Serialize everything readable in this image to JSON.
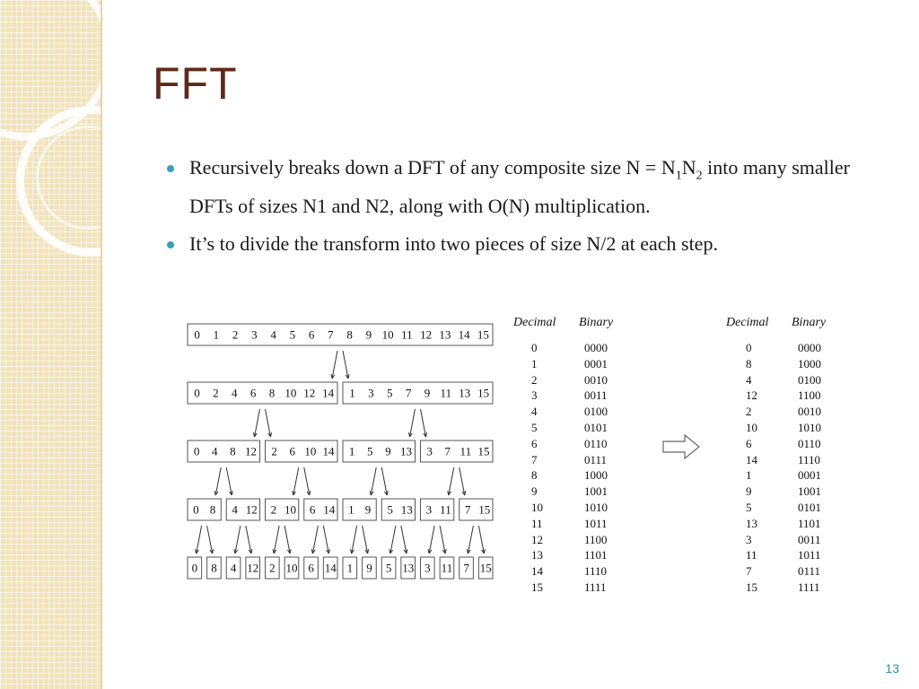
{
  "slide": {
    "title": "FFT",
    "page_number": "13"
  },
  "bullets": [
    {
      "text_pre": "Recursively breaks down a DFT of any composite size N = N",
      "sub1": "1",
      "mid": "N",
      "sub2": "2",
      "text_post": " into many smaller DFTs of sizes N1 and N2, along with O(N) multiplication."
    },
    {
      "text": "It’s to divide the transform into two pieces of size N/2 at each step."
    }
  ],
  "tree": {
    "levels": [
      [
        [
          "0",
          "1",
          "2",
          "3",
          "4",
          "5",
          "6",
          "7",
          "8",
          "9",
          "10",
          "11",
          "12",
          "13",
          "14",
          "15"
        ]
      ],
      [
        [
          "0",
          "2",
          "4",
          "6",
          "8",
          "10",
          "12",
          "14"
        ],
        [
          "1",
          "3",
          "5",
          "7",
          "9",
          "11",
          "13",
          "15"
        ]
      ],
      [
        [
          "0",
          "4",
          "8",
          "12"
        ],
        [
          "2",
          "6",
          "10",
          "14"
        ],
        [
          "1",
          "5",
          "9",
          "13"
        ],
        [
          "3",
          "7",
          "11",
          "15"
        ]
      ],
      [
        [
          "0",
          "8"
        ],
        [
          "4",
          "12"
        ],
        [
          "2",
          "10"
        ],
        [
          "6",
          "14"
        ],
        [
          "1",
          "9"
        ],
        [
          "5",
          "13"
        ],
        [
          "3",
          "11"
        ],
        [
          "7",
          "15"
        ]
      ],
      [
        [
          "0"
        ],
        [
          "8"
        ],
        [
          "4"
        ],
        [
          "12"
        ],
        [
          "2"
        ],
        [
          "10"
        ],
        [
          "6"
        ],
        [
          "14"
        ],
        [
          "1"
        ],
        [
          "9"
        ],
        [
          "5"
        ],
        [
          "13"
        ],
        [
          "3"
        ],
        [
          "11"
        ],
        [
          "7"
        ],
        [
          "15"
        ]
      ]
    ]
  },
  "table_left": {
    "header_decimal": "Decimal",
    "header_binary": "Binary",
    "decimal": [
      "0",
      "1",
      "2",
      "3",
      "4",
      "5",
      "6",
      "7",
      "8",
      "9",
      "10",
      "11",
      "12",
      "13",
      "14",
      "15"
    ],
    "binary": [
      "0000",
      "0001",
      "0010",
      "0011",
      "0100",
      "0101",
      "0110",
      "0111",
      "1000",
      "1001",
      "1010",
      "1011",
      "1100",
      "1101",
      "1110",
      "1111"
    ]
  },
  "table_right": {
    "header_decimal": "Decimal",
    "header_binary": "Binary",
    "decimal": [
      "0",
      "8",
      "4",
      "12",
      "2",
      "10",
      "6",
      "14",
      "1",
      "9",
      "5",
      "13",
      "3",
      "11",
      "7",
      "15"
    ],
    "binary": [
      "0000",
      "1000",
      "0100",
      "1100",
      "0010",
      "1010",
      "0110",
      "1110",
      "0001",
      "1001",
      "0101",
      "1101",
      "0011",
      "1011",
      "0111",
      "1111"
    ]
  },
  "icons": {
    "arrow": "right-arrow-outline-icon"
  }
}
